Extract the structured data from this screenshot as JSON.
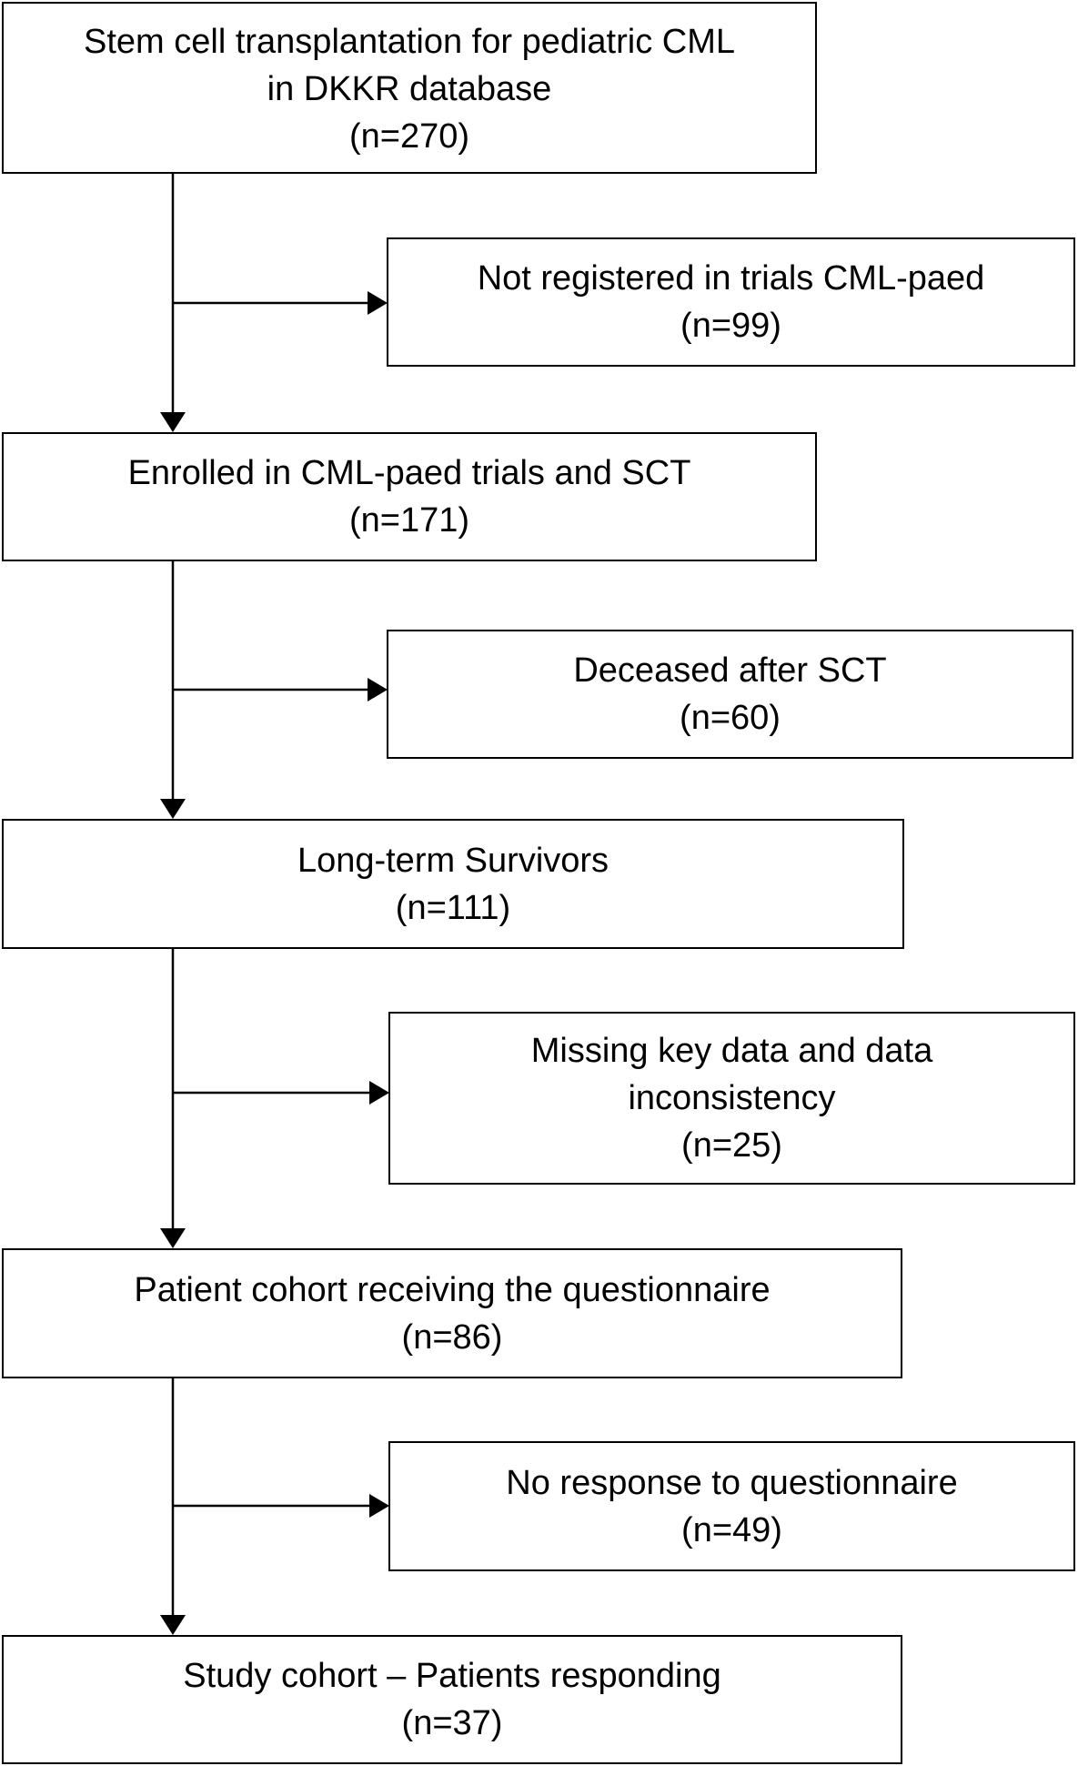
{
  "main_boxes": [
    {
      "lines": [
        "Stem cell transplantation for pediatric CML",
        "in DKKR database"
      ],
      "count": "(n=270)"
    },
    {
      "lines": [
        "Enrolled in CML-paed trials and SCT"
      ],
      "count": "(n=171)"
    },
    {
      "lines": [
        "Long-term Survivors"
      ],
      "count": "(n=111)"
    },
    {
      "lines": [
        "Patient cohort receiving the questionnaire"
      ],
      "count": "(n=86)"
    },
    {
      "lines": [
        "Study cohort – Patients responding"
      ],
      "count": "(n=37)"
    }
  ],
  "exclusion_boxes": [
    {
      "lines": [
        "Not registered in trials CML-paed"
      ],
      "count": "(n=99)"
    },
    {
      "lines": [
        "Deceased after SCT"
      ],
      "count": "(n=60)"
    },
    {
      "lines": [
        "Missing key data and data",
        "inconsistency"
      ],
      "count": "(n=25)"
    },
    {
      "lines": [
        "No response to questionnaire"
      ],
      "count": "(n=49)"
    }
  ]
}
